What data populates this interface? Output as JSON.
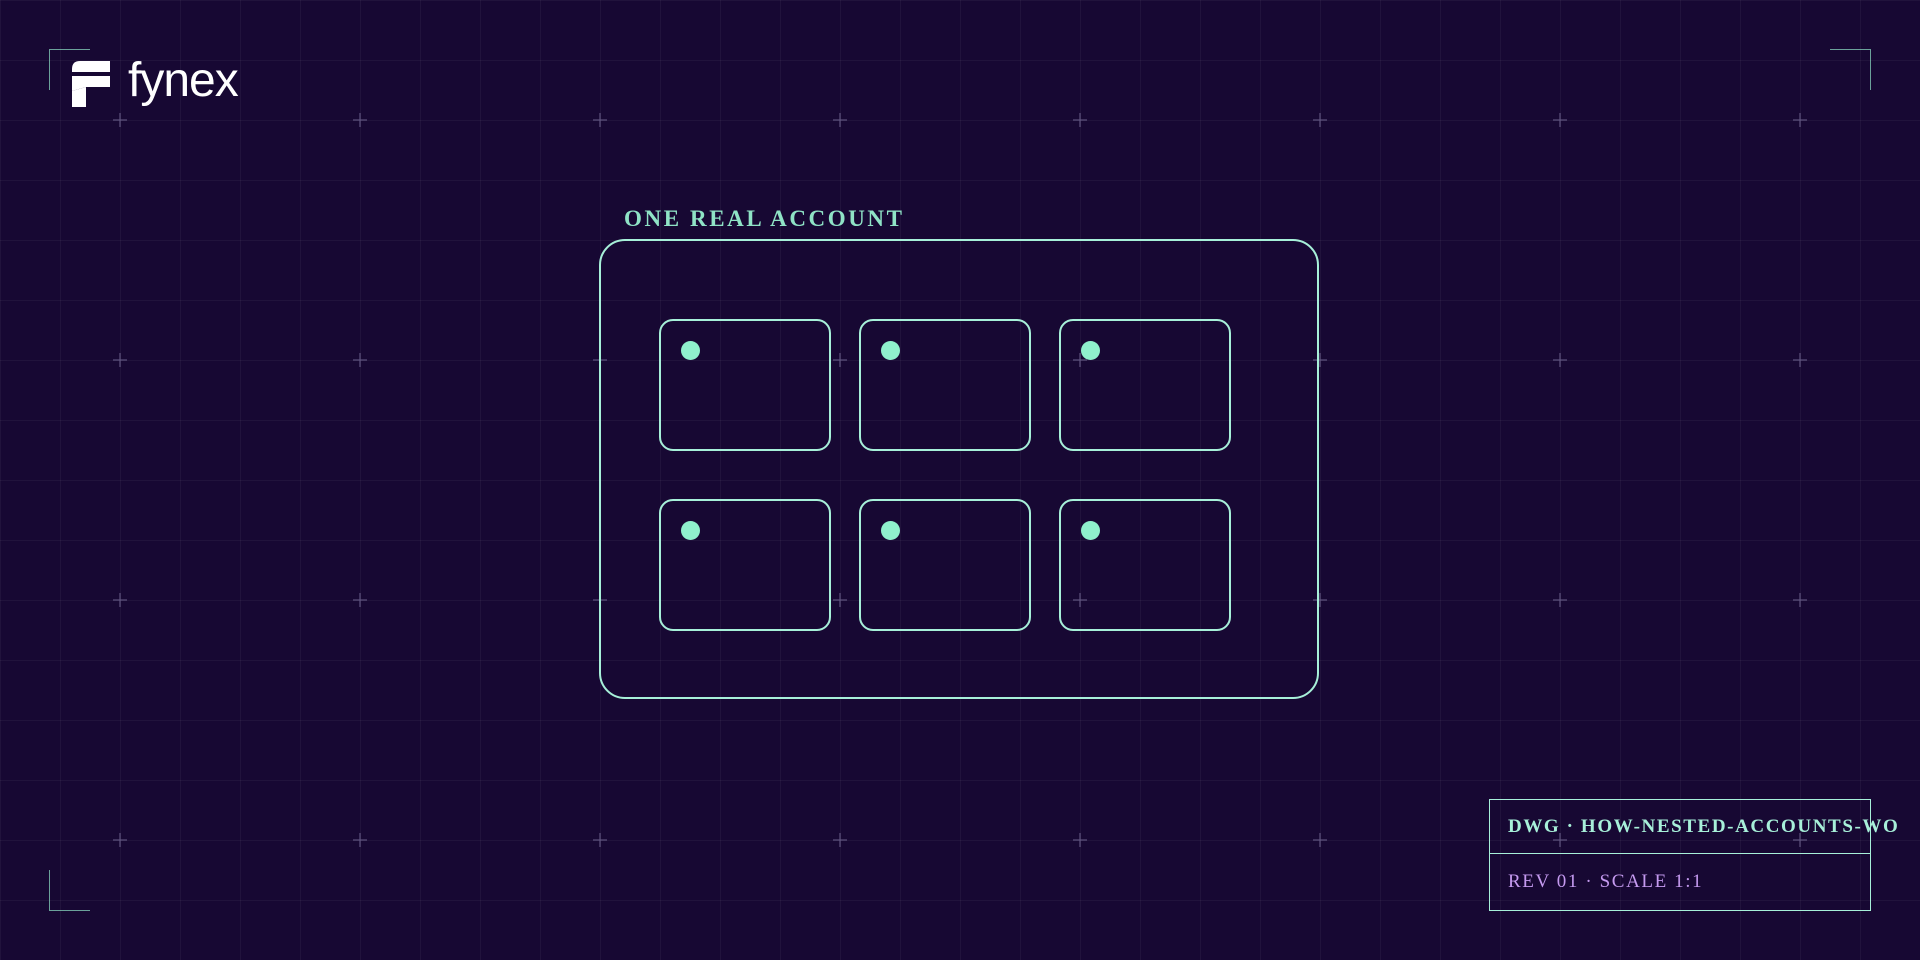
{
  "brand": {
    "name": "fynex",
    "icon": "fynex-logo-mark"
  },
  "diagram": {
    "container_label": "ONE REAL ACCOUNT",
    "sub_account_count": 6
  },
  "title_block": {
    "drawing": "DWG · HOW-NESTED-ACCOUNTS-WO",
    "revision": "REV 01 · SCALE 1:1"
  },
  "colors": {
    "background": "#170833",
    "accent": "#a7f0d9",
    "dot": "#8ff0cd",
    "secondary_text": "#c59af0",
    "logo": "#ffffff"
  }
}
